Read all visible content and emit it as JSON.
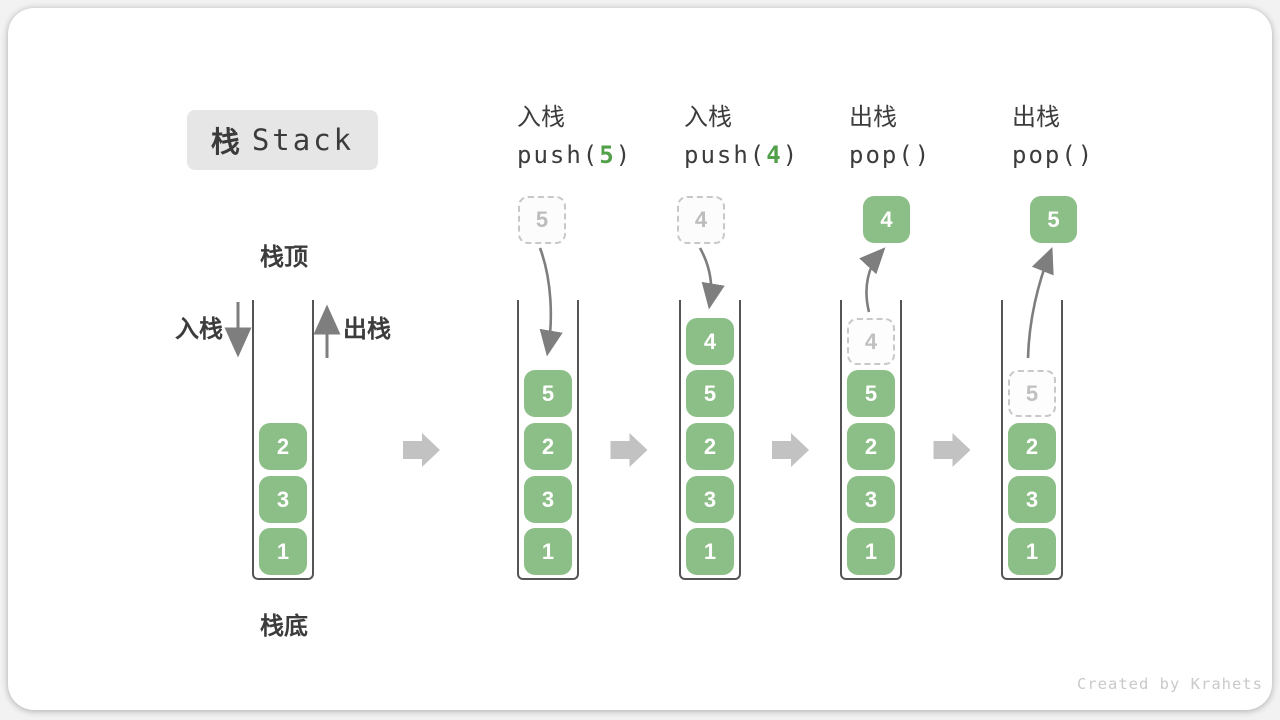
{
  "title": {
    "zh": "栈",
    "en": "Stack"
  },
  "first_stack": {
    "top_label": "栈顶",
    "bottom_label": "栈底",
    "push_label": "入栈",
    "pop_label": "出栈"
  },
  "operations": [
    {
      "name": "push-5",
      "action_zh": "入栈",
      "code_pre": "push(",
      "code_arg": "5",
      "code_post": ")"
    },
    {
      "name": "push-4",
      "action_zh": "入栈",
      "code_pre": "push(",
      "code_arg": "4",
      "code_post": ")"
    },
    {
      "name": "pop-first",
      "action_zh": "出栈",
      "code_pre": "pop(",
      "code_arg": "",
      "code_post": ")"
    },
    {
      "name": "pop-second",
      "action_zh": "出栈",
      "code_pre": "pop(",
      "code_arg": "",
      "code_post": ")"
    }
  ],
  "stacks": [
    {
      "blocks": [
        "2",
        "3",
        "1"
      ]
    },
    {
      "incoming": "5",
      "blocks": [
        "5",
        "2",
        "3",
        "1"
      ]
    },
    {
      "incoming": "4",
      "blocks": [
        "4",
        "5",
        "2",
        "3",
        "1"
      ]
    },
    {
      "popped": "4",
      "ghost": "4",
      "blocks": [
        "5",
        "2",
        "3",
        "1"
      ]
    },
    {
      "popped": "5",
      "ghost": "5",
      "blocks": [
        "2",
        "3",
        "1"
      ]
    }
  ],
  "watermark": "Created by Krahets",
  "colors": {
    "block_green": "#8CBF87",
    "code_green": "#52A049",
    "text_dark": "#3C3C3C",
    "thin_arrow_gray": "#7E7E7E",
    "big_arrow_gray": "#C2C2C2",
    "dashed_gray": "#C8C8C8",
    "title_box_bg": "#E6E6E6",
    "watermark_gray": "#C9C9C9"
  }
}
